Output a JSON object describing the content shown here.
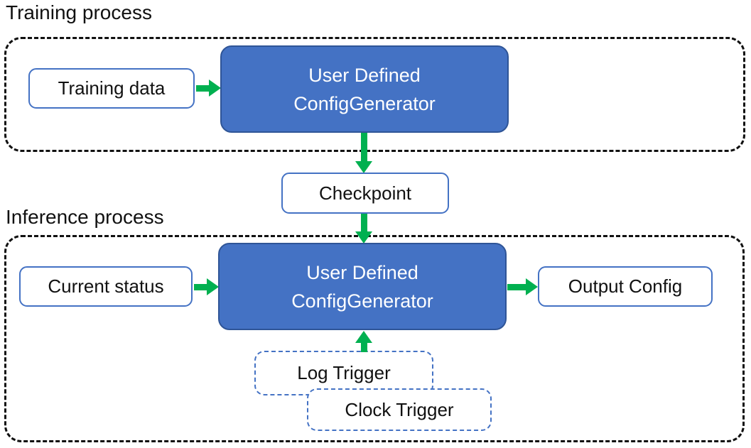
{
  "training": {
    "label": "Training process",
    "training_data": "Training data",
    "generator": {
      "line1": "User Defined",
      "line2": "ConfigGenerator"
    }
  },
  "checkpoint": {
    "label": "Checkpoint"
  },
  "inference": {
    "label": "Inference process",
    "current_status": "Current status",
    "generator": {
      "line1": "User Defined",
      "line2": "ConfigGenerator"
    },
    "output_config": "Output Config",
    "log_trigger": "Log Trigger",
    "clock_trigger": "Clock Trigger"
  },
  "colors": {
    "generator_fill": "#4472C4",
    "generator_border": "#2F5597",
    "box_border": "#4472C4",
    "trigger_border": "#4472C4",
    "arrow": "#00B050",
    "container_dash": "#111111",
    "text_dark": "#111111",
    "text_light": "#FFFFFF",
    "background": "#FFFFFF"
  }
}
